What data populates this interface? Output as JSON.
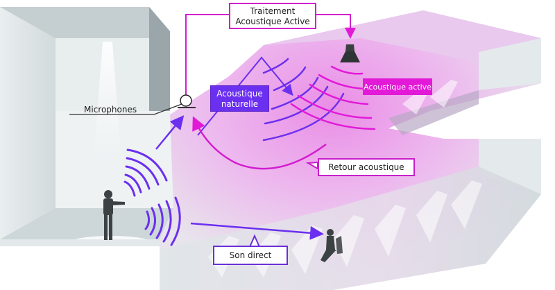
{
  "diagram": {
    "labels": {
      "processing": "Traitement Acoustique Active",
      "processing_line1": "Traitement",
      "processing_line2": "Acoustique Active",
      "microphones": "Microphones",
      "natural_line1": "Acoustique",
      "natural_line2": "naturelle",
      "active": "Acoustique active",
      "feedback": "Retour acoustique",
      "direct": "Son direct"
    },
    "colors": {
      "natural": "#6b2ff0",
      "active": "#e21ad8",
      "room_grey": "#c9d3d6",
      "hall_pink": "#e9a9ec"
    },
    "icons": [
      "microphone-icon",
      "speaker-icon",
      "musician-figure",
      "listener-figure"
    ]
  }
}
